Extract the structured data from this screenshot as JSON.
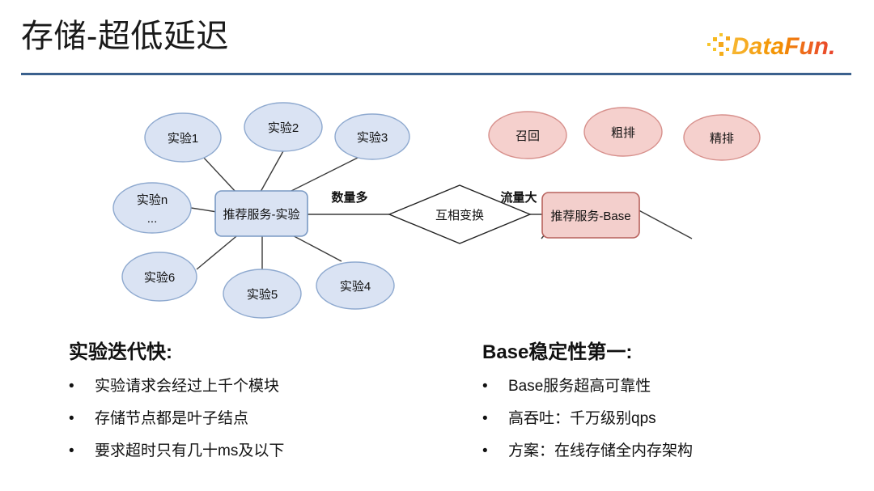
{
  "slide": {
    "title": "存储-超低延迟",
    "accent_color": "#4a77ad",
    "logo": {
      "name": "DataFun.",
      "text_part1": "DataFun",
      "text_part2": ".",
      "color_start": "#f5b41d",
      "color_end": "#e8422e"
    }
  },
  "diagram": {
    "left_group": {
      "center": {
        "label": "推荐服务-实验",
        "fill": "#dae3f3",
        "stroke": "#7a9ac4"
      },
      "nodes": [
        {
          "label": "实验1"
        },
        {
          "label": "实验2"
        },
        {
          "label": "实验3"
        },
        {
          "label": "实验n",
          "label2": "..."
        },
        {
          "label": "实验6"
        },
        {
          "label": "实验5"
        },
        {
          "label": "实验4"
        }
      ],
      "node_fill": "#f5d0cd"
    },
    "right_group": {
      "center": {
        "label": "推荐服务-Base",
        "fill": "#f3cfcc",
        "stroke": "#b8625d"
      },
      "nodes": [
        {
          "label": "召回"
        },
        {
          "label": "粗排"
        },
        {
          "label": "精排"
        }
      ]
    },
    "connector": {
      "diamond_label": "互相变换",
      "left_edge_label": "数量多",
      "right_edge_label": "流量大"
    }
  },
  "columns": {
    "left": {
      "heading": "实验迭代快:",
      "bullets": [
        "实验请求会经过上千个模块",
        "存储节点都是叶子结点",
        "要求超时只有几十ms及以下"
      ]
    },
    "right": {
      "heading": "Base稳定性第一:",
      "bullets": [
        "Base服务超高可靠性",
        "高吞吐：千万级别qps",
        "方案：在线存储全内存架构"
      ]
    }
  },
  "bullet_glyph": "•"
}
